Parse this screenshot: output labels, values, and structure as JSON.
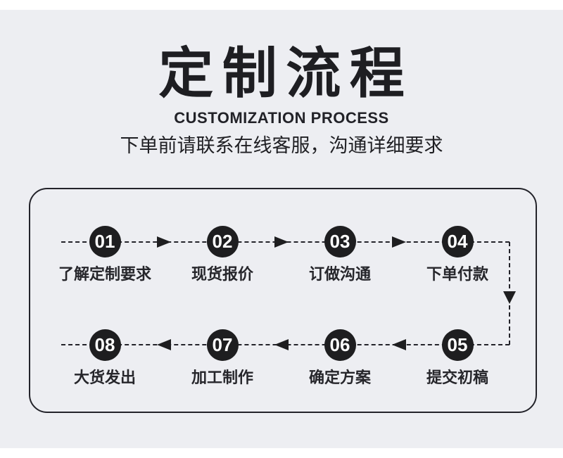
{
  "section": {
    "title": "定制流程",
    "subtitle": "CUSTOMIZATION PROCESS",
    "tagline": "下单前请联系在线客服，沟通详细要求"
  },
  "colors": {
    "page_background": "#ffffff",
    "panel_background": "#edeef2",
    "ink": "#1f1f23",
    "badge_background": "#1e1e20",
    "badge_text": "#ffffff"
  },
  "flow": {
    "row1": [
      {
        "num": "01",
        "label": "了解定制要求"
      },
      {
        "num": "02",
        "label": "现货报价"
      },
      {
        "num": "03",
        "label": "订做沟通"
      },
      {
        "num": "04",
        "label": "下单付款"
      }
    ],
    "row2": [
      {
        "num": "08",
        "label": "大货发出"
      },
      {
        "num": "07",
        "label": "加工制作"
      },
      {
        "num": "06",
        "label": "确定方案"
      },
      {
        "num": "05",
        "label": "提交初稿"
      }
    ]
  }
}
